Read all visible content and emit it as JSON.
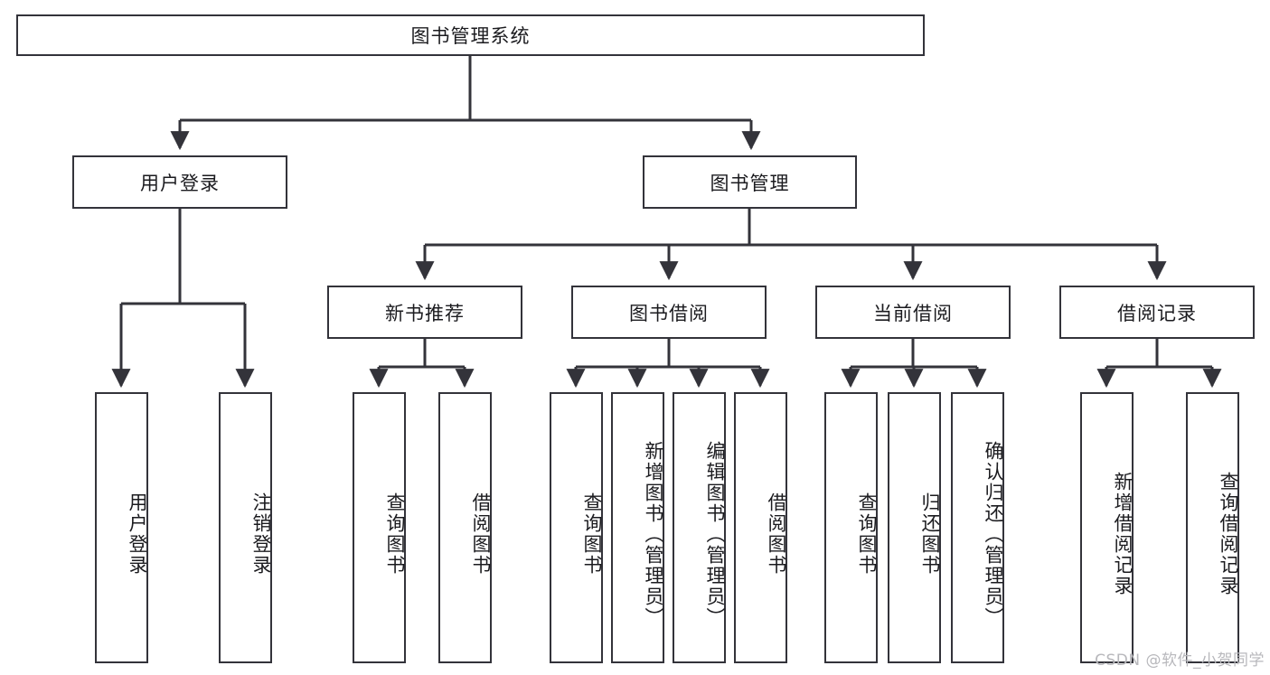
{
  "diagram": {
    "title": "图书管理系统",
    "type": "tree-hierarchy",
    "stroke_color": "#33333a",
    "fill_color": "#ffffff",
    "text_color": "#1b1b1f"
  },
  "nodes": {
    "root": {
      "label": "图书管理系统"
    },
    "level2": [
      {
        "label": "用户登录"
      },
      {
        "label": "图书管理"
      }
    ],
    "level3": [
      {
        "label": "新书推荐"
      },
      {
        "label": "图书借阅"
      },
      {
        "label": "当前借阅"
      },
      {
        "label": "借阅记录"
      }
    ],
    "leaves": [
      {
        "label": "用户登录",
        "parent": "用户登录"
      },
      {
        "label": "注销登录",
        "parent": "用户登录"
      },
      {
        "label": "查询图书",
        "parent": "新书推荐"
      },
      {
        "label": "借阅图书",
        "parent": "新书推荐"
      },
      {
        "label": "查询图书",
        "parent": "图书借阅"
      },
      {
        "label": "新增图书（管理员）",
        "parent": "图书借阅"
      },
      {
        "label": "编辑图书（管理员）",
        "parent": "图书借阅"
      },
      {
        "label": "借阅图书",
        "parent": "图书借阅"
      },
      {
        "label": "查询图书",
        "parent": "当前借阅"
      },
      {
        "label": "归还图书",
        "parent": "当前借阅"
      },
      {
        "label": "确认归还（管理员）",
        "parent": "当前借阅"
      },
      {
        "label": "新增借阅记录",
        "parent": "借阅记录"
      },
      {
        "label": "查询借阅记录",
        "parent": "借阅记录"
      }
    ]
  },
  "watermark": {
    "text": "CSDN @软件_小贺同学"
  }
}
